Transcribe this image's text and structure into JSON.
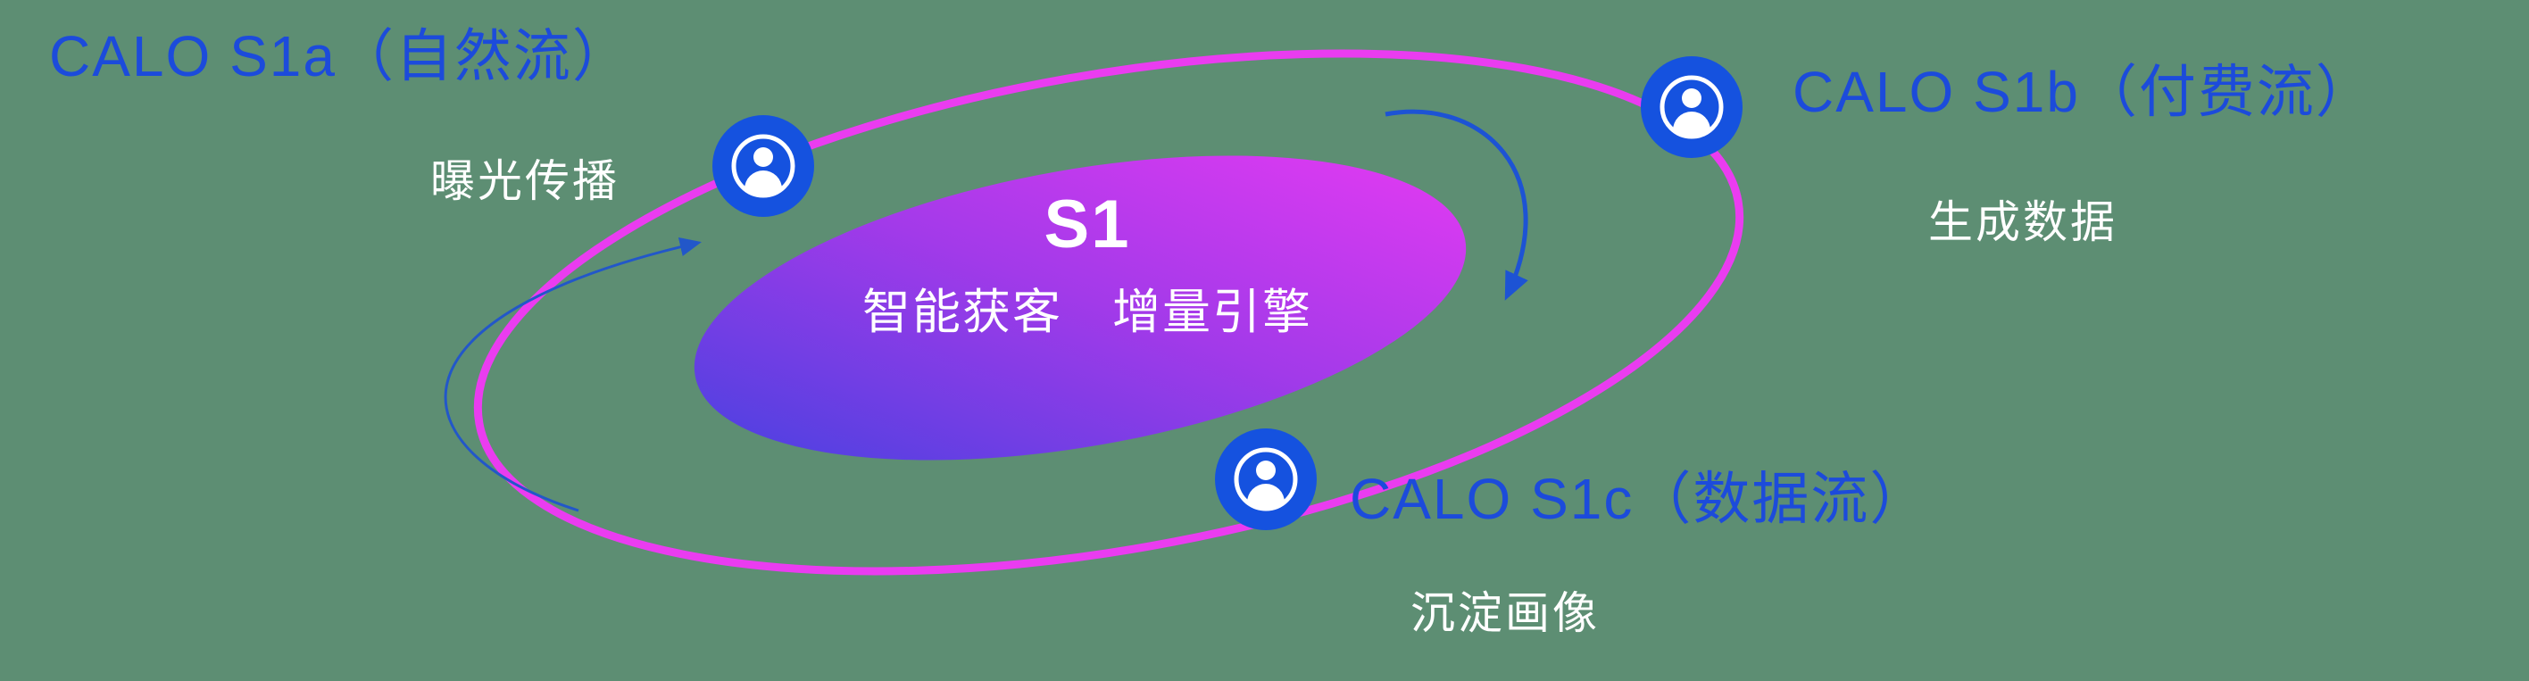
{
  "background": {
    "color": "#5d8e73"
  },
  "core": {
    "title": "S1",
    "subtitle": "智能获客　增量引擎"
  },
  "nodes": [
    {
      "id": "s1a",
      "label": "CALO S1a（自然流）",
      "sublabel": "曝光传播",
      "position": "top-left"
    },
    {
      "id": "s1b",
      "label": "CALO S1b（付费流）",
      "sublabel": "生成数据",
      "position": "top-right"
    },
    {
      "id": "s1c",
      "label": "CALO S1c（数据流）",
      "sublabel": "沉淀画像",
      "position": "bottom-center"
    }
  ],
  "icons": [
    {
      "name": "user-icon",
      "meaning": "person inside circle badge",
      "count": 3
    }
  ],
  "colors": {
    "label_blue": "#1c4bdb",
    "sublabel_white": "#ffffff",
    "orbit_ring_magenta": "#ea3cf0",
    "node_fill_blue": "#1552df",
    "core_gradient_start": "#4b41e0",
    "core_gradient_mid": "#a23ae9",
    "core_gradient_end": "#e23af2",
    "arrow_blue": "#2257c9",
    "background_green": "#5d8e73"
  }
}
